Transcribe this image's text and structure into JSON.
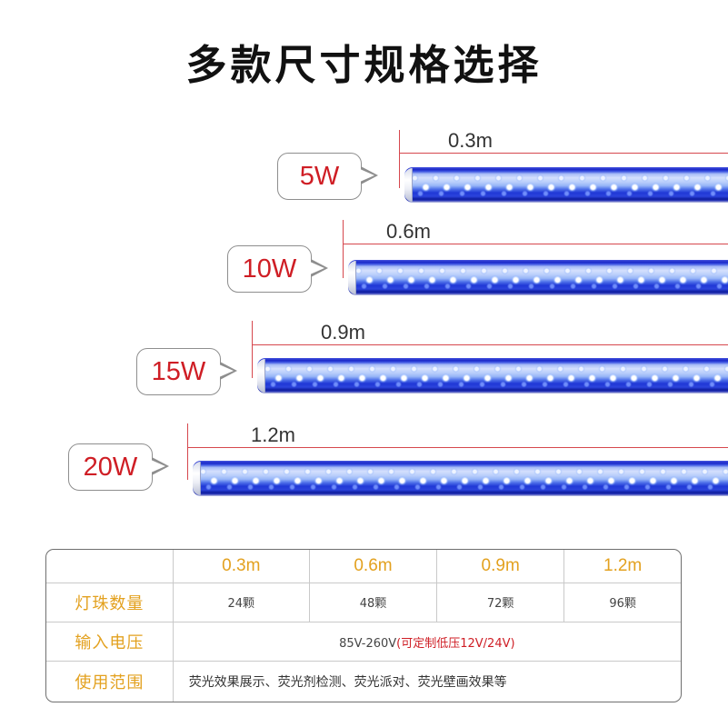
{
  "title": "多款尺寸规格选择",
  "rows": [
    {
      "power": "5W",
      "length": "0.3m"
    },
    {
      "power": "10W",
      "length": "0.6m"
    },
    {
      "power": "15W",
      "length": "0.9m"
    },
    {
      "power": "20W",
      "length": "1.2m"
    }
  ],
  "table": {
    "columns": [
      "0.3m",
      "0.6m",
      "0.9m",
      "1.2m"
    ],
    "led_count": {
      "label": "灯珠数量",
      "values": [
        "24颗",
        "48颗",
        "72颗",
        "96颗"
      ]
    },
    "input_voltage": {
      "label": "输入电压",
      "value": "85V-260V",
      "note": "(可定制低压12V/24V)"
    },
    "usage": {
      "label": "使用范围",
      "value": "荧光效果展示、荧光剂检测、荧光派对、荧光壁画效果等"
    }
  },
  "colors": {
    "title": "#111111",
    "accent": "#e3a11f",
    "highlight": "#cf1e25",
    "dimension_line": "#d6474d"
  }
}
